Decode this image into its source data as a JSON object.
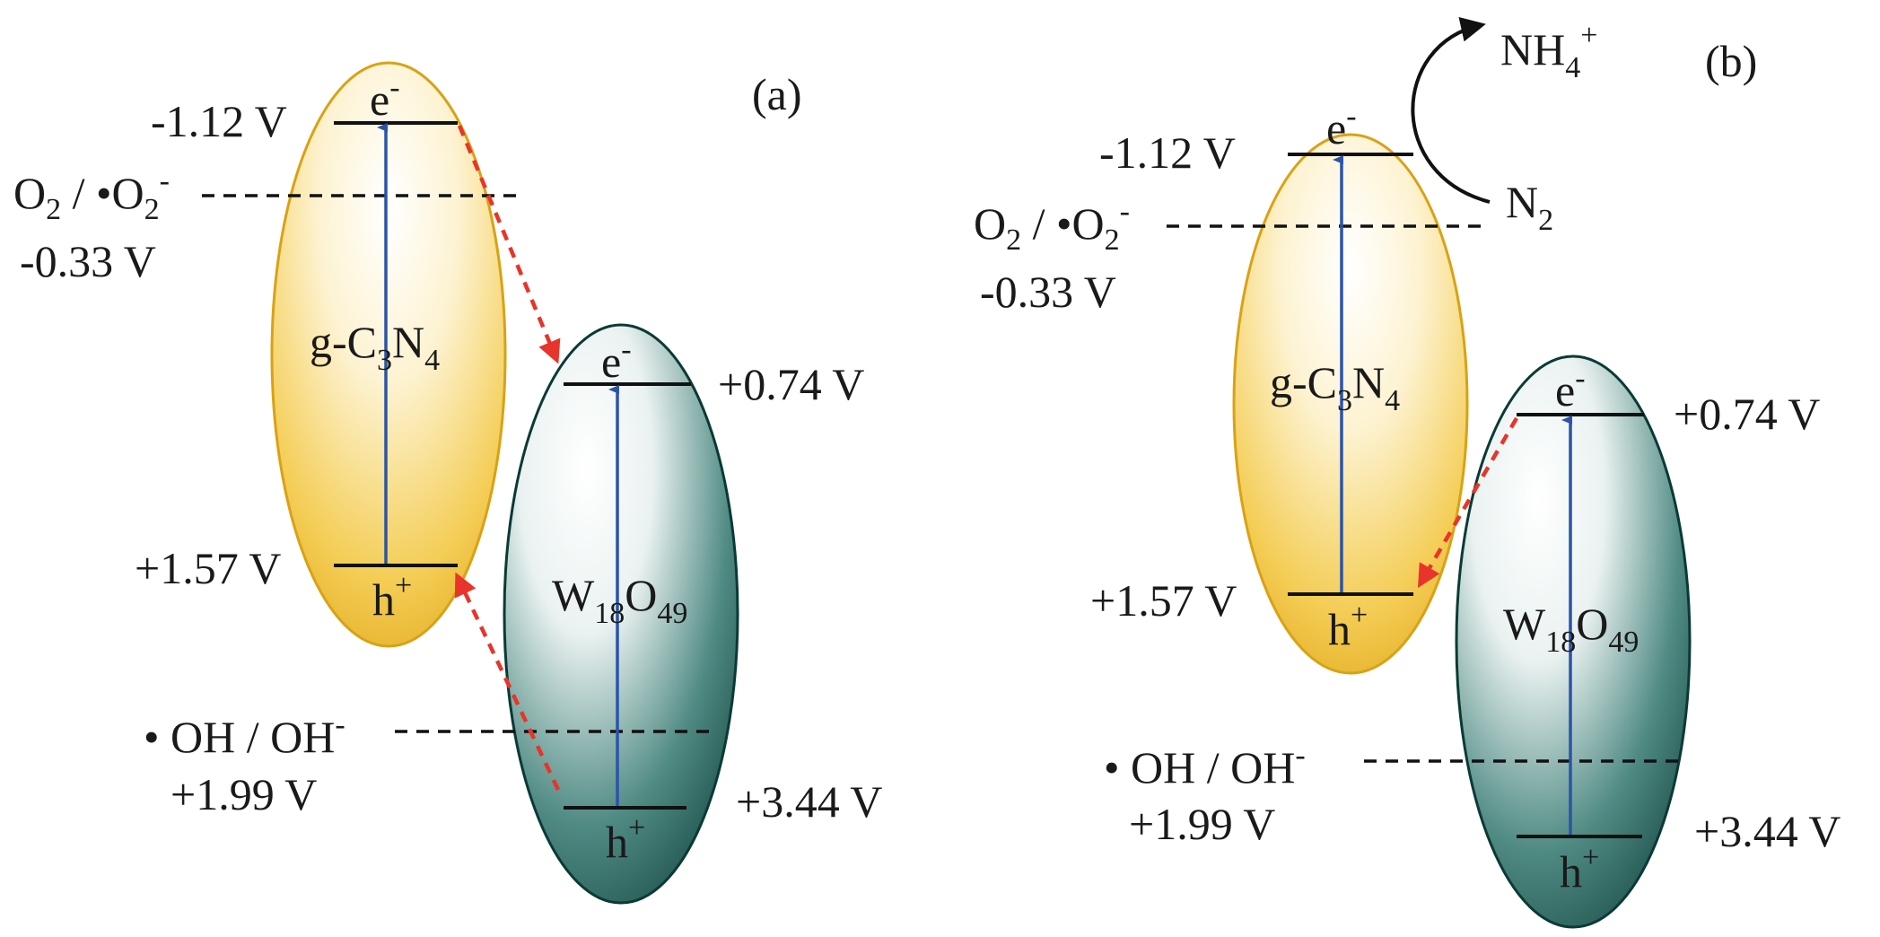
{
  "colors": {
    "gcn_fill": "#f2c13a",
    "gcn_outline": "#d9a215",
    "w_fill": "#0f4a43",
    "w_outline": "#0b3a35",
    "excitation_arrow": "#2b54a8",
    "transfer_arrow": "#e8342a",
    "text": "#1a1a1a"
  },
  "panel_a": {
    "label": "(a)",
    "gcn": {
      "name": "g-C",
      "sub1": "3",
      "mid": "N",
      "sub2": "4"
    },
    "w": {
      "name": "W",
      "sub1": "18",
      "mid": "O",
      "sub2": "49"
    },
    "gcn_cb": "-1.12 V",
    "gcn_vb": "+1.57 V",
    "w_cb": "+0.74 V",
    "w_vb": "+3.44 V",
    "o2_couple": {
      "a": "O",
      "a_sub": "2",
      "mid": " / •O",
      "b_sub": "2",
      "b_sup": "-"
    },
    "o2_potential": "-0.33 V",
    "oh_couple": {
      "text": "• OH / OH",
      "sup": "-"
    },
    "oh_potential": "+1.99 V",
    "electron": {
      "sym": "e",
      "sup": "-"
    },
    "hole": {
      "sym": "h",
      "sup": "+"
    }
  },
  "panel_b": {
    "label": "(b)",
    "gcn": {
      "name": "g-C",
      "sub1": "3",
      "mid": "N",
      "sub2": "4"
    },
    "w": {
      "name": "W",
      "sub1": "18",
      "mid": "O",
      "sub2": "49"
    },
    "gcn_cb": "-1.12 V",
    "gcn_vb": "+1.57 V",
    "w_cb": "+0.74 V",
    "w_vb": "+3.44 V",
    "o2_couple": {
      "a": "O",
      "a_sub": "2",
      "mid": " / •O",
      "b_sub": "2",
      "b_sup": "-"
    },
    "o2_potential": "-0.33 V",
    "oh_couple": {
      "text": "• OH / OH",
      "sup": "-"
    },
    "oh_potential": "+1.99 V",
    "electron": {
      "sym": "e",
      "sup": "-"
    },
    "hole": {
      "sym": "h",
      "sup": "+"
    },
    "product": {
      "name": "NH",
      "sub": "4",
      "sup": "+"
    },
    "reactant": {
      "name": "N",
      "sub": "2"
    }
  }
}
